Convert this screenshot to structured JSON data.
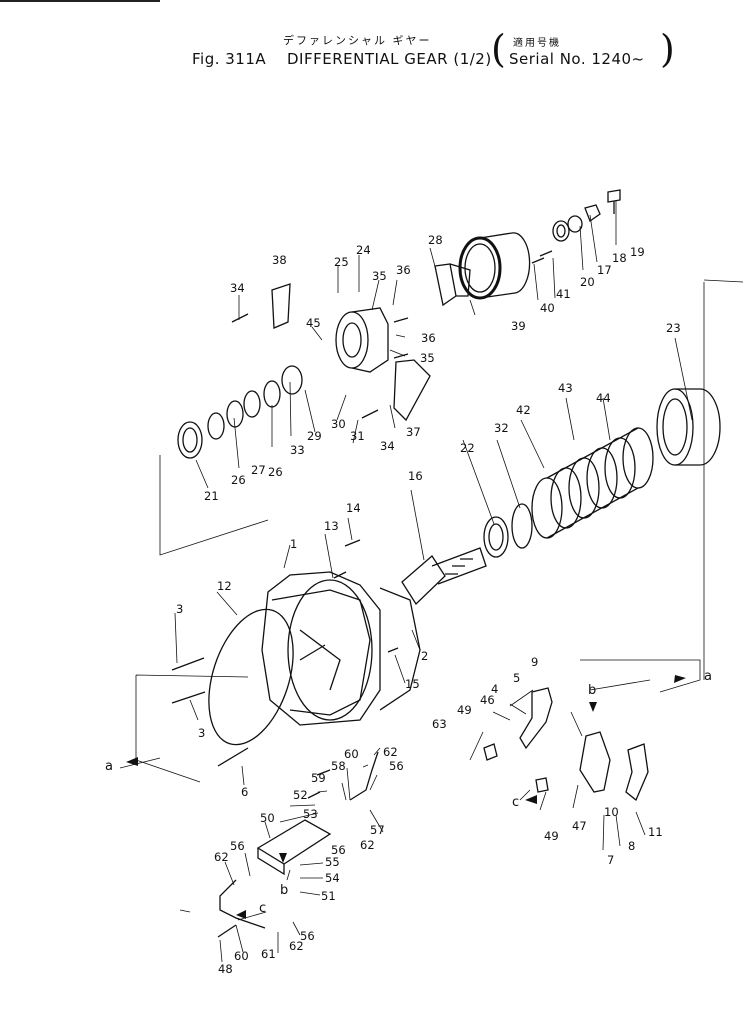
{
  "header": {
    "japanese_title": "デファレンシャル ギヤー",
    "fig_number": "Fig. 311A",
    "title": "DIFFERENTIAL GEAR (1/2)",
    "applicability_jp": "適用号機",
    "serial": "Serial No. 1240~"
  },
  "callouts": [
    "1",
    "2",
    "3",
    "3",
    "4",
    "5",
    "6",
    "7",
    "8",
    "9",
    "10",
    "11",
    "12",
    "13",
    "14",
    "15",
    "16",
    "17",
    "18",
    "19",
    "20",
    "21",
    "22",
    "23",
    "24",
    "25",
    "26",
    "26",
    "27",
    "28",
    "29",
    "30",
    "31",
    "32",
    "33",
    "34",
    "34",
    "35",
    "35",
    "36",
    "36",
    "37",
    "38",
    "39",
    "40",
    "41",
    "42",
    "43",
    "44",
    "45",
    "46",
    "47",
    "48",
    "49",
    "49",
    "50",
    "51",
    "52",
    "53",
    "54",
    "55",
    "56",
    "56",
    "56",
    "56",
    "57",
    "58",
    "59",
    "60",
    "60",
    "61",
    "62",
    "62",
    "62",
    "62",
    "63"
  ],
  "connectors": [
    "a",
    "a",
    "b",
    "b",
    "c",
    "c"
  ]
}
